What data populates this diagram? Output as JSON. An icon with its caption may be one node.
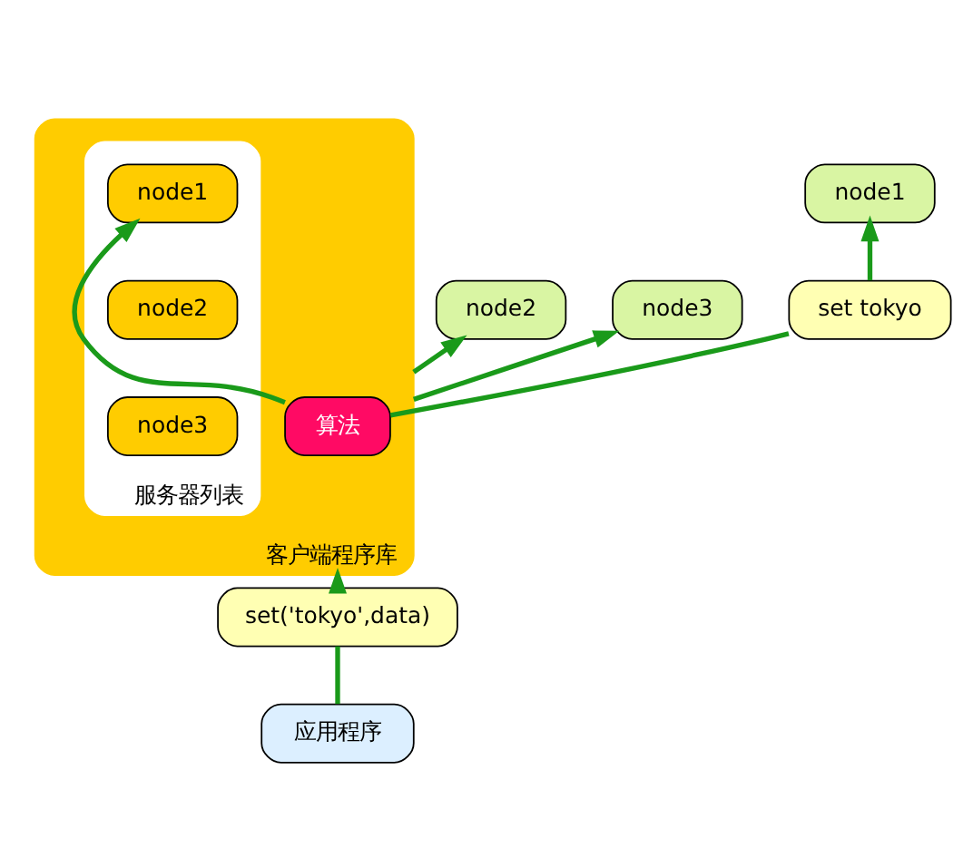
{
  "diagram": {
    "nodes": [
      {
        "text": [
          "node1"
        ]
      },
      {
        "text": [
          "node2"
        ]
      },
      {
        "text": [
          "node3"
        ]
      },
      {
        "text": [
          "set tokyo"
        ]
      },
      {
        "text": [
          "客户端程序库"
        ]
      },
      {
        "text": [
          "算法"
        ],
        "in": 4
      },
      {
        "text": [
          "服务器列表"
        ],
        "in": 4
      },
      {
        "text": [
          "node1"
        ],
        "in": 6
      },
      {
        "text": [
          "node2"
        ],
        "in": 6
      },
      {
        "text": [
          "node3"
        ],
        "in": 6
      },
      {
        "text": [
          "set('tokyo',data)"
        ]
      },
      {
        "text": [
          "应用程序"
        ]
      }
    ],
    "edges": [
      {
        "from": 5,
        "to": 3,
        "arrow": "none"
      },
      {
        "from": 3,
        "to": 0,
        "arrow": "to"
      },
      {
        "from": 4,
        "to": 1,
        "arrow": "to"
      },
      {
        "from": 4,
        "to": 2,
        "arrow": "to"
      },
      {
        "from": 5,
        "to": 7,
        "arrow": "to"
      },
      {
        "from": 11,
        "to": 10,
        "arrow": "none"
      },
      {
        "from": 10,
        "to": 4,
        "arrow": "to"
      }
    ]
  }
}
